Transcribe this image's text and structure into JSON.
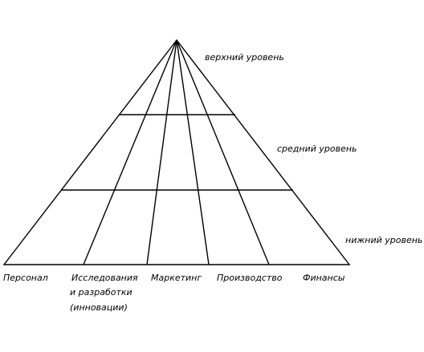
{
  "levels": {
    "top": "верхний уровень",
    "middle": "средний уровень",
    "bottom": "нижний уровень"
  },
  "functions": [
    {
      "lines": [
        "Персонал"
      ]
    },
    {
      "lines": [
        "Исследования",
        "и разработки",
        "(инновации)"
      ]
    },
    {
      "lines": [
        "Маркетинг"
      ]
    },
    {
      "lines": [
        "Производство"
      ]
    },
    {
      "lines": [
        "Финансы"
      ]
    }
  ],
  "colors": {
    "line": "#000000",
    "text": "#000000",
    "background": "#ffffff"
  }
}
